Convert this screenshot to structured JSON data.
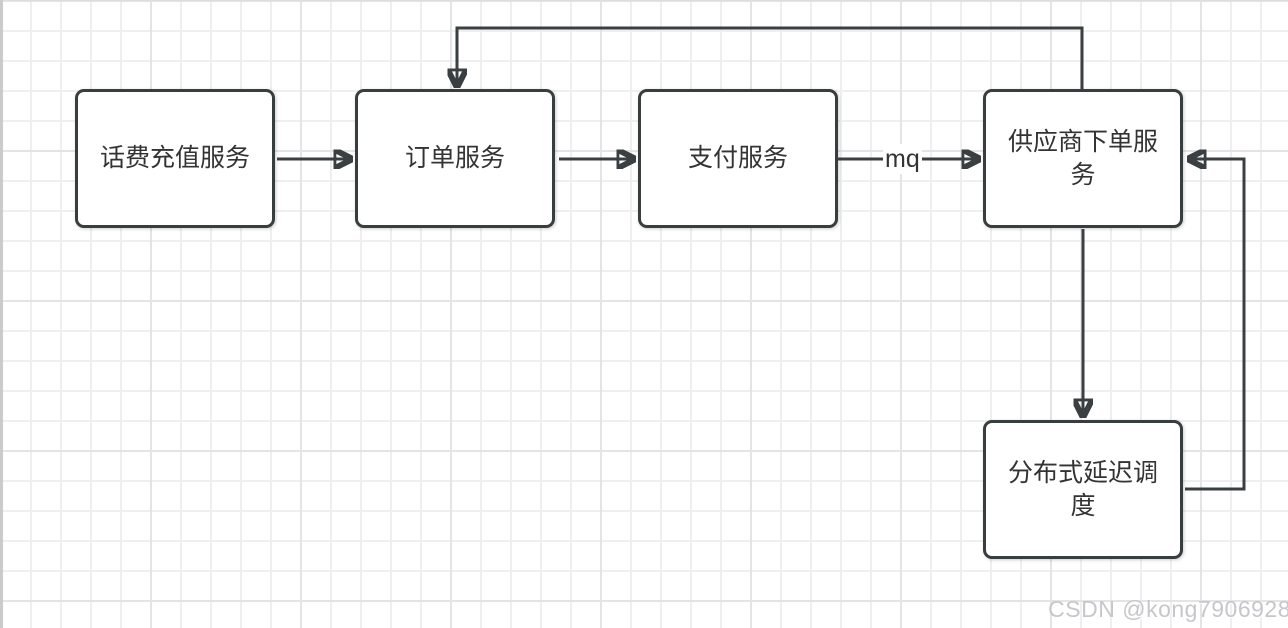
{
  "diagram": {
    "type": "flowchart",
    "nodes": [
      {
        "id": "recharge-service",
        "label": "话费充值服务"
      },
      {
        "id": "order-service",
        "label": "订单服务"
      },
      {
        "id": "payment-service",
        "label": "支付服务"
      },
      {
        "id": "supplier-order-service",
        "label": "供应商下单服务"
      },
      {
        "id": "distributed-delay-scheduler",
        "label": "分布式延迟调度"
      }
    ],
    "edges": [
      {
        "from": "recharge-service",
        "to": "order-service",
        "label": "",
        "route": "straight-right"
      },
      {
        "from": "order-service",
        "to": "payment-service",
        "label": "",
        "route": "straight-right"
      },
      {
        "from": "payment-service",
        "to": "supplier-order-service",
        "label": "mq",
        "route": "straight-right"
      },
      {
        "from": "supplier-order-service",
        "to": "order-service",
        "label": "",
        "route": "top-loop"
      },
      {
        "from": "supplier-order-service",
        "to": "distributed-delay-scheduler",
        "label": "",
        "route": "straight-down"
      },
      {
        "from": "distributed-delay-scheduler",
        "to": "supplier-order-service",
        "label": "",
        "route": "right-loop"
      }
    ]
  },
  "watermark": {
    "text": "CSDN @kong7906928"
  },
  "colors": {
    "line": "#3a3f42",
    "node_border": "#383d40",
    "node_fill": "#ffffff",
    "node_text": "#333333",
    "grid_minor": "#efefef",
    "grid_major": "#e4e4e7",
    "background": "#ffffff",
    "watermark": "#c7c7cb"
  }
}
